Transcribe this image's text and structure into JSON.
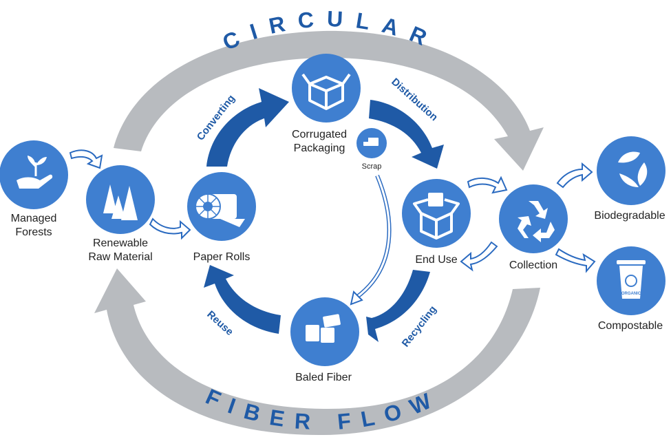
{
  "colors": {
    "node": "#3f7fd0",
    "arrow": "#1f5aa6",
    "ring": "#b8bbbf",
    "ring_text": "#1f5aa6",
    "outline": "#2a6ac0"
  },
  "ring": {
    "top_text": "CIRCULAR",
    "bottom_text": "FIBER FLOW"
  },
  "nodes": {
    "managed_forests": {
      "label": "Managed\nForests",
      "icon": "hand-with-sprout-icon"
    },
    "renewable": {
      "label": "Renewable\nRaw Material",
      "icon": "trees-icon"
    },
    "paper_rolls": {
      "label": "Paper Rolls",
      "icon": "paper-roll-icon"
    },
    "corrugated": {
      "label": "Corrugated\nPackaging",
      "icon": "box-icon"
    },
    "scrap": {
      "label": "Scrap",
      "icon": "scrap-icon"
    },
    "end_use": {
      "label": "End Use",
      "icon": "open-box-icon"
    },
    "baled_fiber": {
      "label": "Baled Fiber",
      "icon": "bales-icon"
    },
    "collection": {
      "label": "Collection",
      "icon": "recycle-icon"
    },
    "biodegradable": {
      "label": "Biodegradable",
      "icon": "leaves-cycle-icon"
    },
    "compostable": {
      "label": "Compostable",
      "icon": "organic-bin-icon"
    }
  },
  "arrows": {
    "converting": "Converting",
    "distribution": "Distribution",
    "recycling": "Recycling",
    "reuse": "Reuse"
  },
  "bin_label": "ORGANIC"
}
